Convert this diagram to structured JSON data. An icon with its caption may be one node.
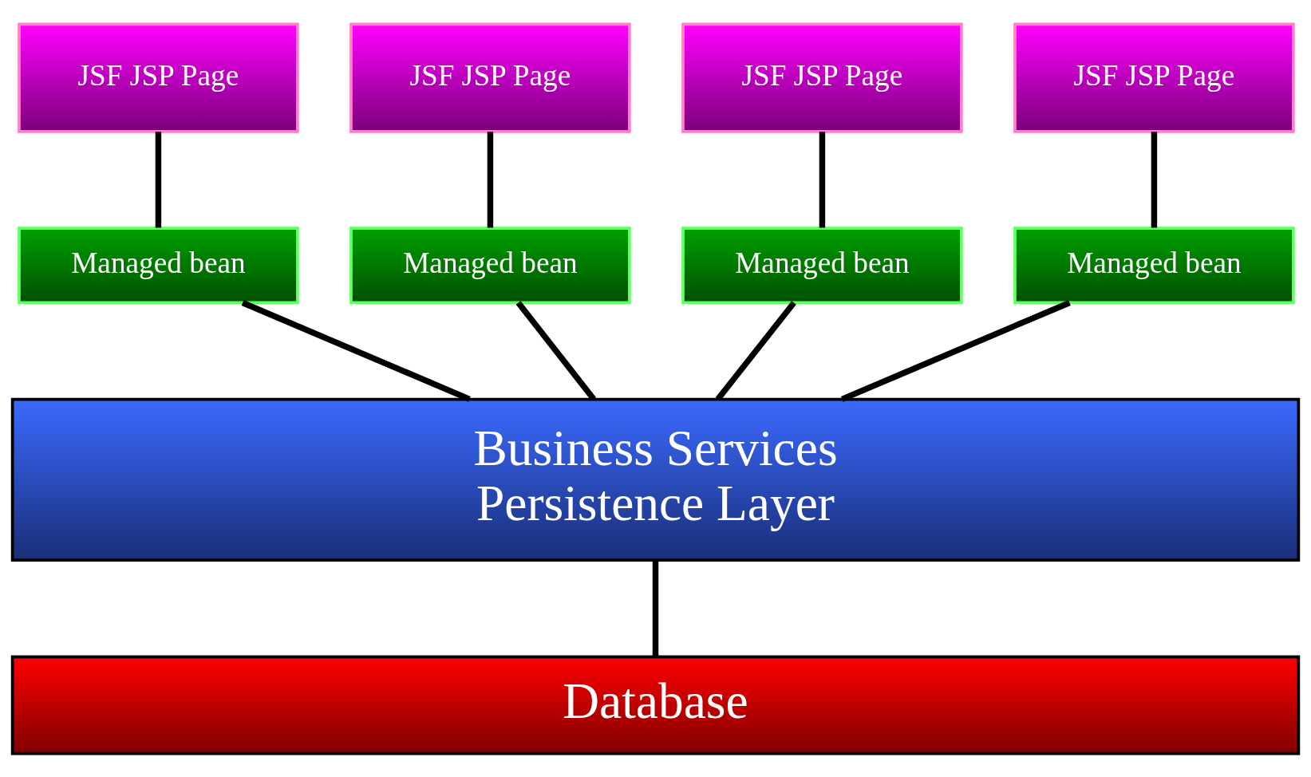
{
  "diagram": {
    "nodes": [
      {
        "text": [
          "JSF JSP Page"
        ]
      },
      {
        "text": [
          "JSF JSP Page"
        ]
      },
      {
        "text": [
          "JSF JSP Page"
        ]
      },
      {
        "text": [
          "JSF JSP Page"
        ]
      },
      {
        "text": [
          "Managed bean"
        ]
      },
      {
        "text": [
          "Managed bean"
        ]
      },
      {
        "text": [
          "Managed bean"
        ]
      },
      {
        "text": [
          "Managed bean"
        ]
      },
      {
        "text": [
          "Business Services Persistence Layer"
        ]
      },
      {
        "text": [
          "Database"
        ]
      }
    ],
    "edges": [
      {
        "from": 0,
        "to": 4,
        "arrow": "none"
      },
      {
        "from": 1,
        "to": 5,
        "arrow": "none"
      },
      {
        "from": 2,
        "to": 6,
        "arrow": "none"
      },
      {
        "from": 3,
        "to": 7,
        "arrow": "none"
      },
      {
        "from": 4,
        "to": 8,
        "arrow": "none"
      },
      {
        "from": 5,
        "to": 8,
        "arrow": "none"
      },
      {
        "from": 6,
        "to": 8,
        "arrow": "none"
      },
      {
        "from": 7,
        "to": 8,
        "arrow": "none"
      },
      {
        "from": 8,
        "to": 9,
        "arrow": "none"
      }
    ]
  }
}
